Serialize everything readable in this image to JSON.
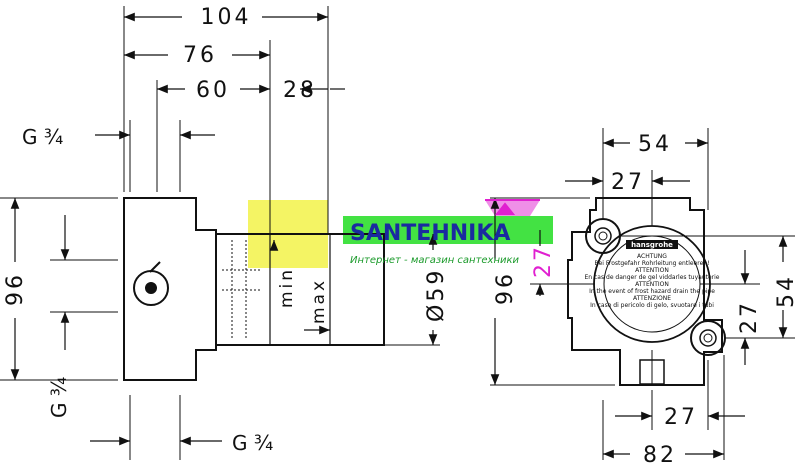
{
  "dimensions": {
    "d104": "104",
    "d76": "76",
    "d60": "60",
    "d28": "28",
    "g34_top": "G ¾",
    "g34_left": "G ¾",
    "g34_bottom": "G ¾",
    "d96_left": "96",
    "min": "min",
    "max": "max",
    "phi59": "Ø59",
    "d54_top": "54",
    "d27_top": "27",
    "d27_vert": "27",
    "d96_right": "96",
    "d54_right": "54",
    "d27_right": "27",
    "d27_bottom": "27",
    "d82": "82"
  },
  "label": {
    "brand": "hansgrohe",
    "lines": [
      "ACHTUNG",
      "Bei Frostgefahr Rohrleitung entleeren!",
      "ATTENTION",
      "En cas de danger de gel viddarles tuyauterie",
      "ATTENTION",
      "In the event of frost hazard drain the pipe",
      "ATTENZIONE",
      "In caso di pericolo di gelo, svuotare i tubi"
    ]
  },
  "watermark": {
    "title": "SANTEHNIKA",
    "subtitle": "Интернет - магазин сантехники"
  },
  "colors": {
    "line": "#111111",
    "magenta": "#e020d0",
    "green": "#22dd22",
    "yellow": "#f0f030"
  }
}
